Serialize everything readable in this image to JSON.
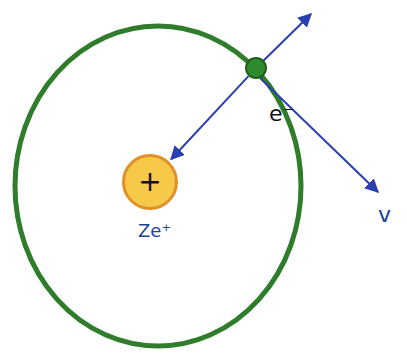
{
  "diagram": {
    "nodes": [
      {
        "text": [
          "e⁻"
        ]
      },
      {
        "text": [
          "+"
        ]
      }
    ],
    "edges": [
      {
        "from": 0,
        "to": 1,
        "arrow": "to"
      }
    ],
    "labels": [
      "Ze⁺",
      "v"
    ]
  }
}
